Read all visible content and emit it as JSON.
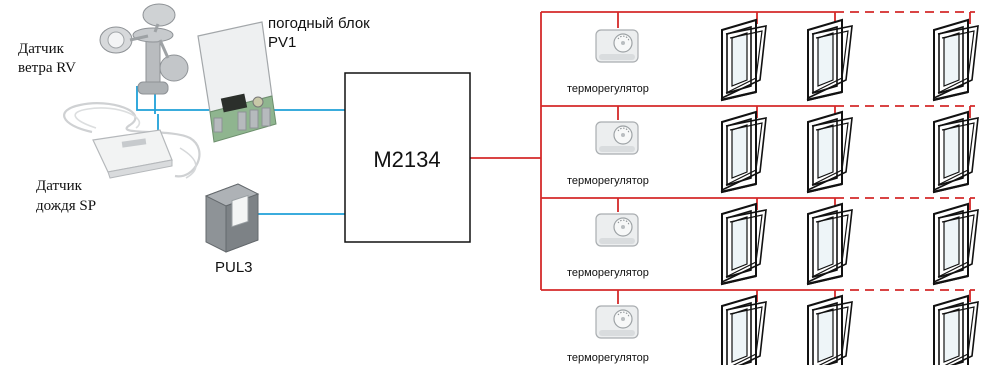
{
  "devices": {
    "wind_sensor": {
      "line1": "Датчик",
      "line2": "ветра RV"
    },
    "rain_sensor": {
      "line1": "Датчик",
      "line2": "дождя SP"
    },
    "weather_block": {
      "line1": "погодный блок",
      "line2": "PV1"
    },
    "switch": {
      "label": "PUL3"
    },
    "controller": {
      "label": "M2134"
    }
  },
  "zones": [
    {
      "thermostat_label": "терморегулятор"
    },
    {
      "thermostat_label": "терморегулятор"
    },
    {
      "thermostat_label": "терморегулятор"
    },
    {
      "thermostat_label": "терморегулятор"
    }
  ],
  "colors": {
    "sensor_wire": "#1fa0d8",
    "zone_wire": "#d42a2a",
    "frame": "#111111"
  },
  "icons": {
    "wind_sensor": "anemometer-icon",
    "rain_sensor": "rain-sensor-icon",
    "weather_block": "junction-box-icon",
    "switch": "wall-switch-icon",
    "thermostat": "thermostat-icon",
    "window": "window-icon"
  }
}
